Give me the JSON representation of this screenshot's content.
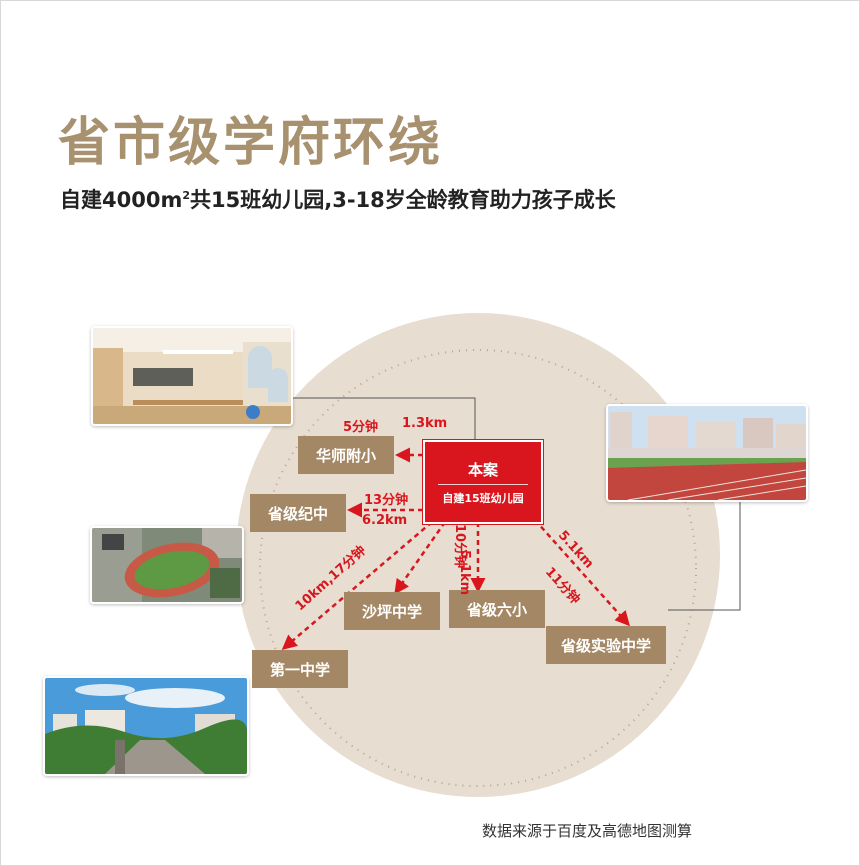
{
  "header": {
    "title": "省市级学府环绕",
    "subtitle_pre": "自建4000m",
    "subtitle_sup": "2",
    "subtitle_post": "共15班幼儿园,3-18岁全龄教育助力孩子成长"
  },
  "center": {
    "title": "本案",
    "subtitle": "自建15班幼儿园"
  },
  "schools": {
    "huashi": "华师附小",
    "shengjiji": "省级纪中",
    "shaping": "沙坪中学",
    "liuxiao": "省级六小",
    "diyi": "第一中学",
    "shiyan": "省级实验中学"
  },
  "routes": {
    "huashi_time": "5分钟",
    "huashi_dist": "1.3km",
    "shengjiji_time": "13分钟",
    "shengjiji_dist": "6.2km",
    "liuxiao_dist": "5.1km",
    "liuxiao_time": "10分钟",
    "shiyan_dist": "5.1km",
    "shiyan_time": "11分钟",
    "diyi_label": "10km,17分钟"
  },
  "photos": [
    "classroom-photo",
    "building-track-photo",
    "stadium-aerial-photo",
    "campus-photo"
  ],
  "colors": {
    "accent_red": "#d9161d",
    "box_brown": "#a48865",
    "circle_beige": "#e7ddd0",
    "title_tan": "#a8916f"
  },
  "footer": {
    "source": "数据来源于百度及高德地图测算"
  }
}
